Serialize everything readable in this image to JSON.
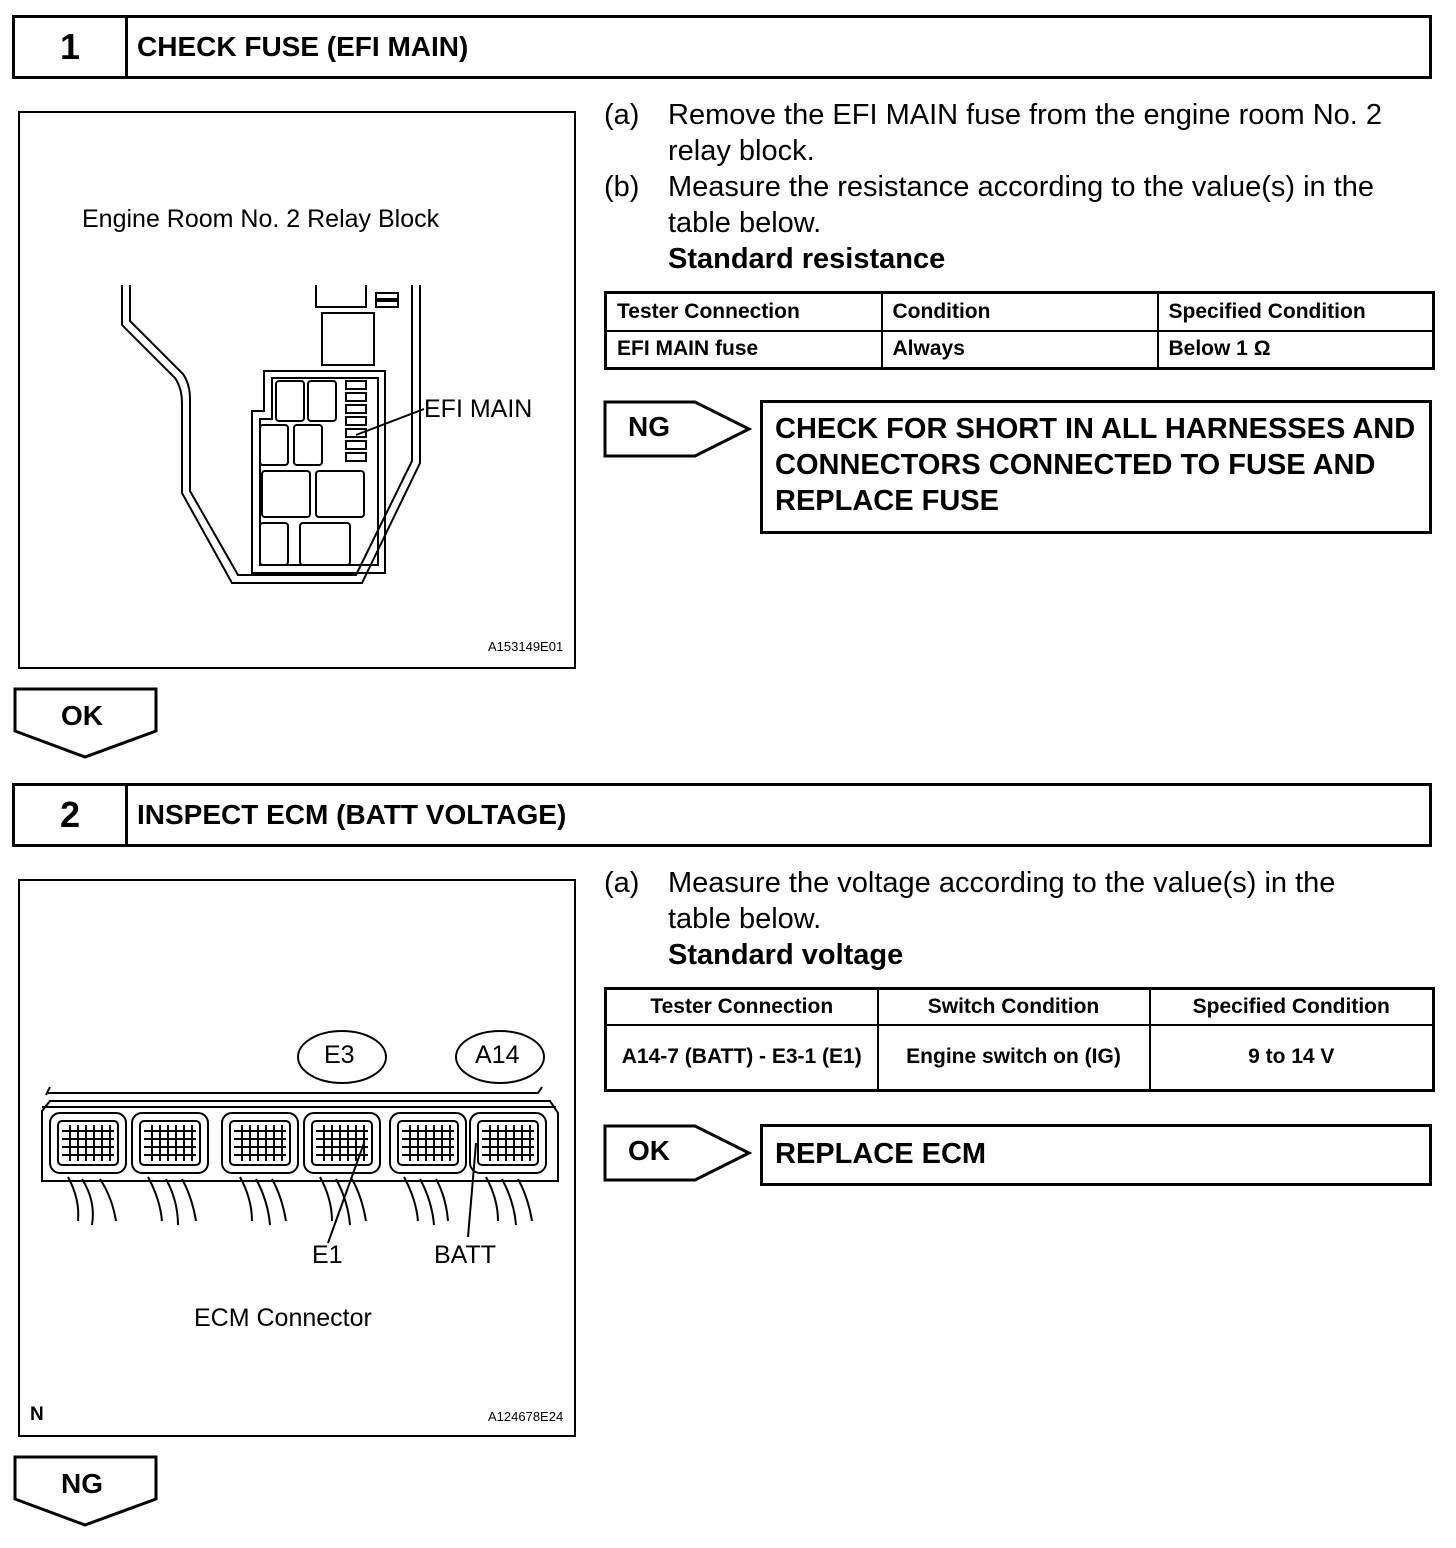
{
  "step1": {
    "number": "1",
    "title": "CHECK FUSE (EFI MAIN)",
    "figure": {
      "caption": "Engine Room No. 2 Relay Block",
      "callout": "EFI MAIN",
      "figure_id": "A153149E01"
    },
    "instructions": [
      {
        "tag": "(a)",
        "text": "Remove the EFI MAIN fuse from the engine room No. 2 relay block."
      },
      {
        "tag": "(b)",
        "text": "Measure the resistance according to the value(s) in the table below."
      }
    ],
    "standard_heading": "Standard resistance",
    "table": {
      "headers": [
        "Tester Connection",
        "Condition",
        "Specified Condition"
      ],
      "rows": [
        [
          "EFI MAIN fuse",
          "Always",
          "Below 1 Ω"
        ]
      ]
    },
    "ng_label": "NG",
    "ng_result": "CHECK FOR SHORT IN ALL HARNESSES AND CONNECTORS CONNECTED TO FUSE AND REPLACE FUSE",
    "ok_label": "OK"
  },
  "step2": {
    "number": "2",
    "title": "INSPECT ECM (BATT VOLTAGE)",
    "figure": {
      "connector_e3": "E3",
      "connector_a14": "A14",
      "pin_e1": "E1",
      "pin_batt": "BATT",
      "caption": "ECM Connector",
      "corner_mark": "N",
      "figure_id": "A124678E24"
    },
    "instructions": [
      {
        "tag": "(a)",
        "text": "Measure the voltage according to the value(s) in the table below."
      }
    ],
    "standard_heading": "Standard voltage",
    "table": {
      "headers": [
        "Tester Connection",
        "Switch Condition",
        "Specified Condition"
      ],
      "rows": [
        [
          "A14-7 (BATT) - E3-1 (E1)",
          "Engine switch on (IG)",
          "9 to 14 V"
        ]
      ]
    },
    "ok_label": "OK",
    "ok_result": "REPLACE ECM",
    "ng_label": "NG"
  }
}
